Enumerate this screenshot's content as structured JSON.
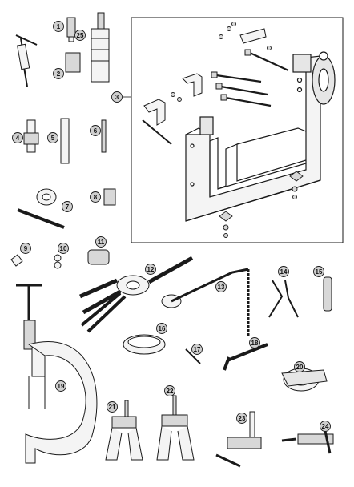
{
  "illustration": {
    "subject": "motorcycle-special-tools-kit",
    "stroke_color": "#1a1a1a",
    "fill_light": "#f4f4f4",
    "fill_mid": "#d8d8d8",
    "callout_fill": "#cfcfcf",
    "callouts": [
      "1",
      "2",
      "3",
      "4",
      "5",
      "6",
      "7",
      "8",
      "9",
      "10",
      "11",
      "12",
      "13",
      "14",
      "15",
      "16",
      "17",
      "18",
      "19",
      "20",
      "21",
      "22",
      "23",
      "24",
      "25"
    ]
  }
}
